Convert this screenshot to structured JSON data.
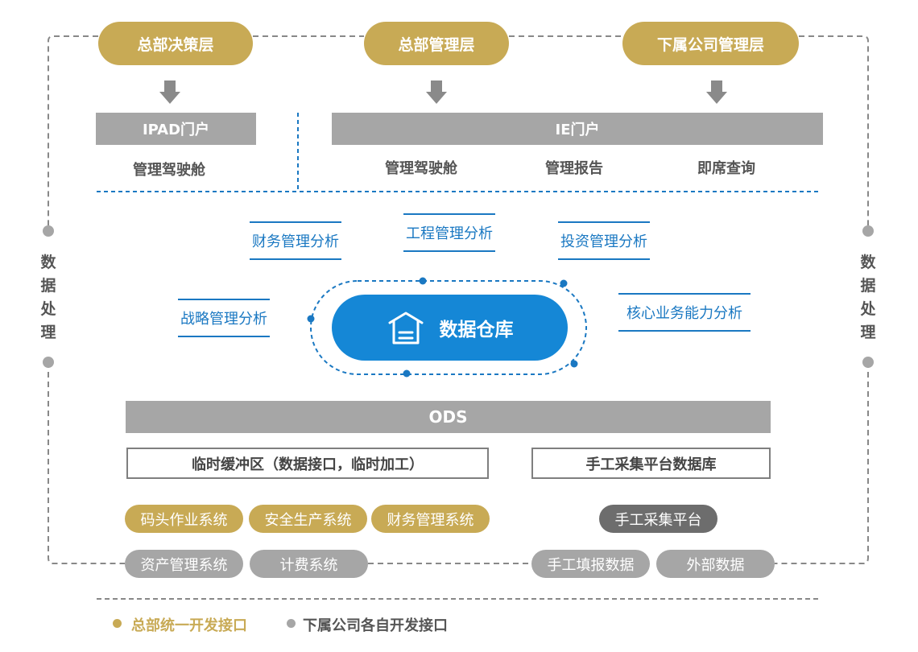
{
  "top_layers": [
    {
      "label": "总部决策层"
    },
    {
      "label": "总部管理层"
    },
    {
      "label": "下属公司管理层"
    }
  ],
  "portals": {
    "ipad": {
      "title": "IPAD门户",
      "items": [
        "管理驾驶舱"
      ]
    },
    "ie": {
      "title": "IE门户",
      "items": [
        "管理驾驶舱",
        "管理报告",
        "即席查询"
      ]
    }
  },
  "analysis_topics": [
    "财务管理分析",
    "工程管理分析",
    "投资管理分析",
    "战略管理分析",
    "核心业务能力分析"
  ],
  "warehouse": {
    "label": "数据仓库",
    "icon": "warehouse-icon"
  },
  "ods": {
    "label": "ODS"
  },
  "staging": {
    "temp_area": "临时缓冲区（数据接口，临时加工）",
    "manual_db": "手工采集平台数据库"
  },
  "source_systems": {
    "gold": [
      "码头作业系统",
      "安全生产系统",
      "财务管理系统"
    ],
    "gray_left": [
      "资产管理系统",
      "计费系统"
    ],
    "manual_platform": "手工采集平台",
    "gray_right": [
      "手工填报数据",
      "外部数据"
    ]
  },
  "side_labels": {
    "left": [
      "数",
      "据",
      "处",
      "理"
    ],
    "right": [
      "数",
      "据",
      "处",
      "理"
    ]
  },
  "legend": [
    {
      "label": "总部统一开发接口",
      "color": "#c8aa55"
    },
    {
      "label": "下属公司各自开发接口",
      "color": "#a6a6a6"
    }
  ],
  "colors": {
    "gold": "#c8aa55",
    "gray": "#a6a6a6",
    "dark_gray": "#6d6d6d",
    "blue": "#1a78c2",
    "warehouse_blue": "#1587d6"
  }
}
